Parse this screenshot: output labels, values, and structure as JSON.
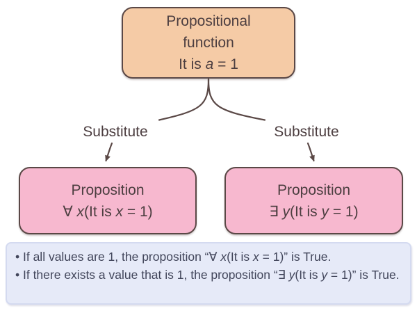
{
  "colors": {
    "peach": "#f5cba6",
    "pink": "#f7b8cf",
    "lavender": "#e6eaf8",
    "lavender-border": "#d4daf0",
    "ink": "#5a4846",
    "text-dark": "#4c3e40",
    "note-text": "#41455a",
    "bg": "#ffffff"
  },
  "top_box": {
    "lines": [
      [
        {
          "t": "Propositional"
        }
      ],
      [
        {
          "t": "function"
        }
      ],
      [
        {
          "t": "It is "
        },
        {
          "t": "a",
          "i": true
        },
        {
          "t": " = 1"
        }
      ]
    ]
  },
  "connectors": {
    "left_label": "Substitute",
    "right_label": "Substitute"
  },
  "left_box": {
    "lines": [
      [
        {
          "t": "Proposition"
        }
      ],
      [
        {
          "t": "∀ "
        },
        {
          "t": "x",
          "i": true
        },
        {
          "t": "(It is "
        },
        {
          "t": "x",
          "i": true
        },
        {
          "t": " = 1)"
        }
      ]
    ]
  },
  "right_box": {
    "lines": [
      [
        {
          "t": "Proposition"
        }
      ],
      [
        {
          "t": "∃ "
        },
        {
          "t": "y",
          "i": true
        },
        {
          "t": "(It is "
        },
        {
          "t": "y",
          "i": true
        },
        {
          "t": " = 1)"
        }
      ]
    ]
  },
  "note_box": {
    "bullets": [
      [
        {
          "t": "• If all values are 1, the proposition “"
        },
        {
          "t": "∀ "
        },
        {
          "t": "x",
          "i": true
        },
        {
          "t": "(It is "
        },
        {
          "t": "x",
          "i": true
        },
        {
          "t": " = 1)” is True."
        }
      ],
      [
        {
          "t": "• If there exists a value that is 1, the proposition “"
        },
        {
          "t": "∃ "
        },
        {
          "t": "y",
          "i": true
        },
        {
          "t": "(It is "
        },
        {
          "t": "y",
          "i": true
        },
        {
          "t": " = 1)” is True."
        }
      ]
    ]
  }
}
